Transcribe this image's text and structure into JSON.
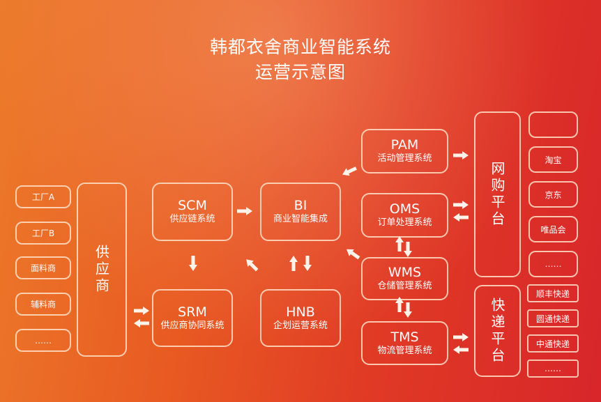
{
  "title": {
    "line1": "韩都衣舍商业智能系统",
    "line2": "运营示意图"
  },
  "suppliers": {
    "items": [
      "工厂A",
      "工厂B",
      "面料商",
      "辅料商",
      "……"
    ],
    "group_label": "供应商"
  },
  "systems": {
    "scm": {
      "code": "SCM",
      "desc": "供应链系统"
    },
    "srm": {
      "code": "SRM",
      "desc": "供应商协同系统"
    },
    "bi": {
      "code": "BI",
      "desc": "商业智能集成"
    },
    "hnb": {
      "code": "HNB",
      "desc": "企划运营系统"
    },
    "pam": {
      "code": "PAM",
      "desc": "活动管理系统"
    },
    "oms": {
      "code": "OMS",
      "desc": "订单处理系统"
    },
    "wms": {
      "code": "WMS",
      "desc": "仓储管理系统"
    },
    "tms": {
      "code": "TMS",
      "desc": "物流管理系统"
    }
  },
  "online_platform": {
    "label": "网购平台",
    "items": [
      "",
      "淘宝",
      "京东",
      "唯品会",
      "……"
    ]
  },
  "express_platform": {
    "label": "快递平台",
    "items": [
      "顺丰快递",
      "圆通快递",
      "中通快递",
      "……"
    ]
  }
}
